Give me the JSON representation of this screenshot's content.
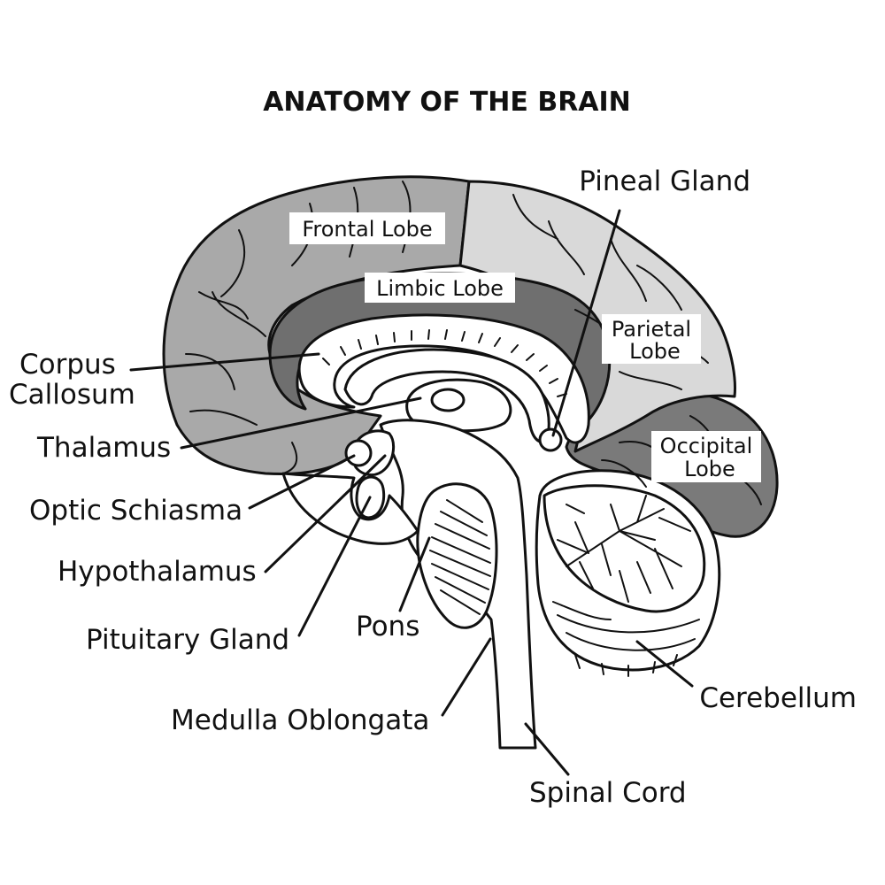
{
  "title": "ANATOMY OF THE BRAIN",
  "colors": {
    "frontal": "#a9a9a9",
    "parietal": "#d9d9d9",
    "limbic": "#6f6f6f",
    "occipital": "#7a7a7a",
    "inner": "#ffffff",
    "outline": "#111111"
  },
  "regions": {
    "frontal": "Frontal Lobe",
    "limbic": "Limbic Lobe",
    "parietal_1": "Parietal",
    "parietal_2": "Lobe",
    "occipital_1": "Occipital",
    "occipital_2": "Lobe"
  },
  "labels": {
    "pineal": "Pineal Gland",
    "corpus_1": "Corpus",
    "corpus_2": "Callosum",
    "thalamus": "Thalamus",
    "optic": "Optic Schiasma",
    "hypothalamus": "Hypothalamus",
    "pituitary": "Pituitary Gland",
    "pons": "Pons",
    "medulla": "Medulla Oblongata",
    "cerebellum": "Cerebellum",
    "spinal": "Spinal Cord"
  }
}
